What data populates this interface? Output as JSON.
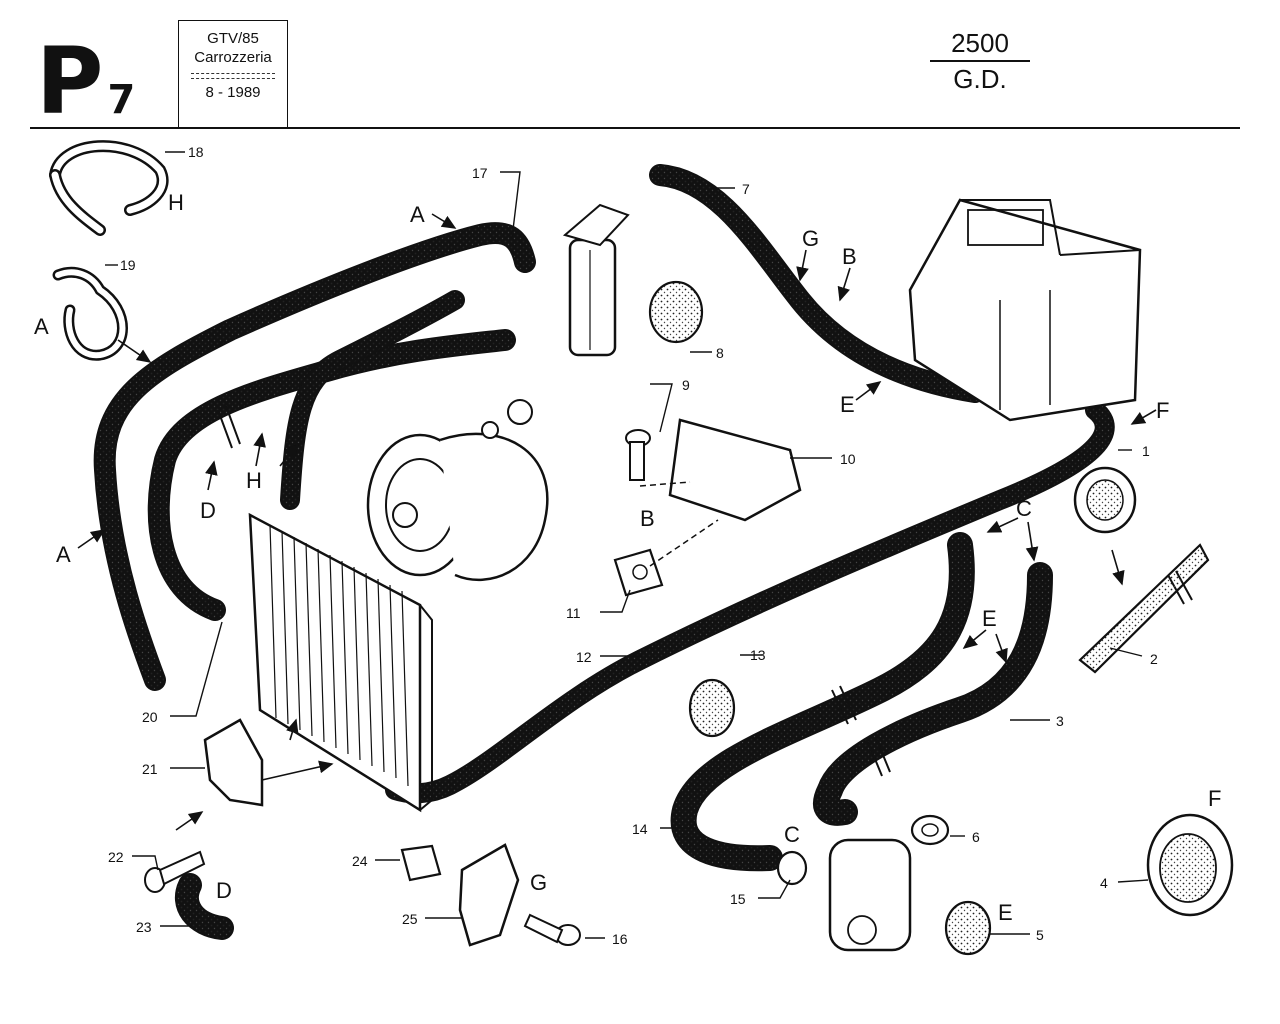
{
  "header": {
    "sheet_code": "P",
    "sheet_code_suffix": "7",
    "info_box": {
      "line1": "GTV/85",
      "line2": "Carrozzeria",
      "line3": "8 - 1989"
    },
    "model_top": "2500",
    "model_bottom": "G.D."
  },
  "part_numbers": [
    "1",
    "2",
    "3",
    "4",
    "5",
    "6",
    "7",
    "8",
    "9",
    "10",
    "11",
    "12",
    "13",
    "14",
    "15",
    "16",
    "17",
    "18",
    "19",
    "20",
    "21",
    "22",
    "23",
    "24",
    "25"
  ],
  "letters": [
    "A",
    "B",
    "C",
    "D",
    "E",
    "F",
    "G",
    "H"
  ]
}
